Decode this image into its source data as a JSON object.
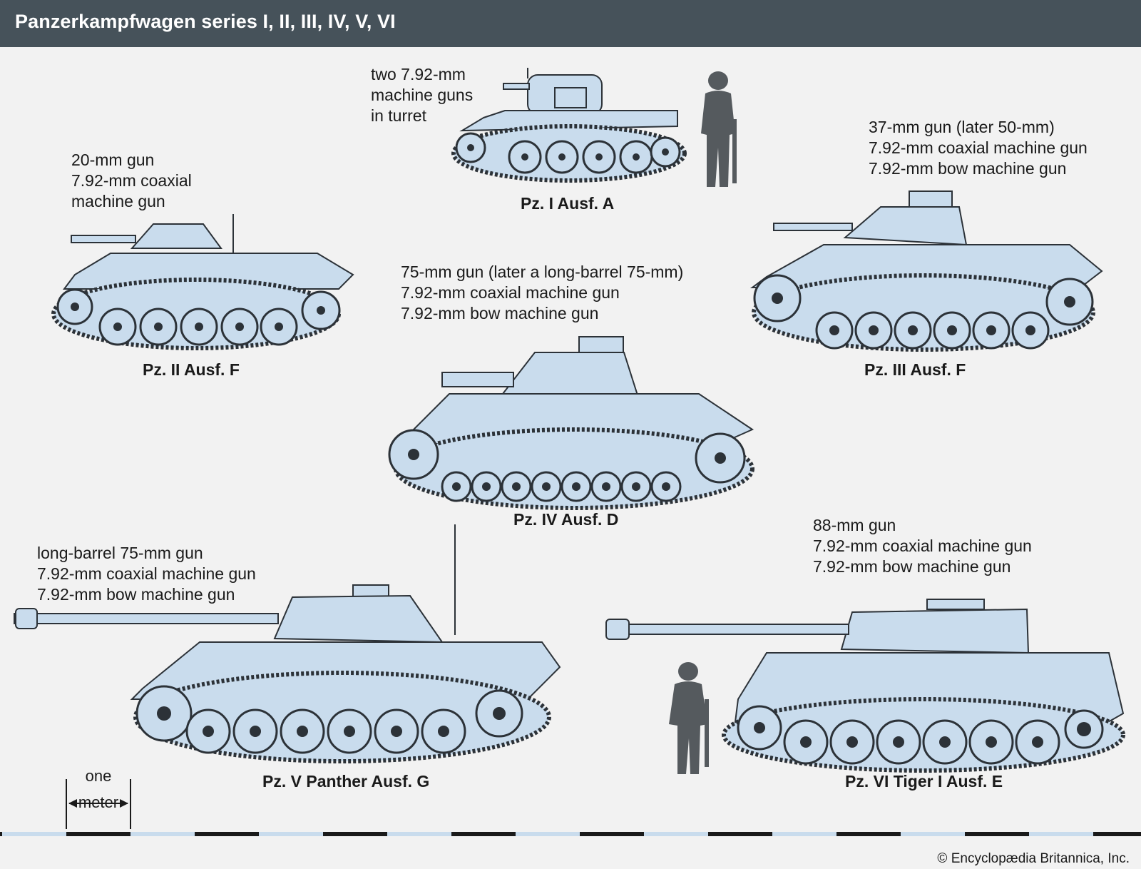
{
  "header": {
    "title": "Panzerkampfwagen series I, II, III, IV, V, VI"
  },
  "colors": {
    "header_bg": "#46525a",
    "tank_fill": "#c9dced",
    "outline": "#2c3238",
    "silhouette": "#555a5e",
    "background": "#f2f2f2"
  },
  "tanks": {
    "pz1": {
      "name": "Pz. I Ausf. A",
      "specs": [
        "two 7.92-mm",
        "machine guns",
        "in turret"
      ]
    },
    "pz2": {
      "name": "Pz. II Ausf. F",
      "specs": [
        "20-mm gun",
        "7.92-mm coaxial",
        "machine gun"
      ]
    },
    "pz3": {
      "name": "Pz. III Ausf. F",
      "specs": [
        "37-mm gun (later 50-mm)",
        "7.92-mm coaxial machine gun",
        "7.92-mm bow machine gun"
      ]
    },
    "pz4": {
      "name": "Pz. IV Ausf. D",
      "specs": [
        "75-mm gun (later a long-barrel 75-mm)",
        "7.92-mm coaxial machine gun",
        "7.92-mm bow machine gun"
      ]
    },
    "pz5": {
      "name": "Pz. V Panther Ausf. G",
      "specs": [
        "long-barrel 75-mm gun",
        "7.92-mm coaxial machine gun",
        "7.92-mm bow machine gun"
      ]
    },
    "pz6": {
      "name": "Pz. VI Tiger I Ausf. E",
      "specs": [
        "88-mm gun",
        "7.92-mm coaxial machine gun",
        "7.92-mm bow machine gun"
      ]
    }
  },
  "scale": {
    "line1": "one",
    "line2": "meter"
  },
  "credit": "© Encyclopædia Britannica, Inc."
}
